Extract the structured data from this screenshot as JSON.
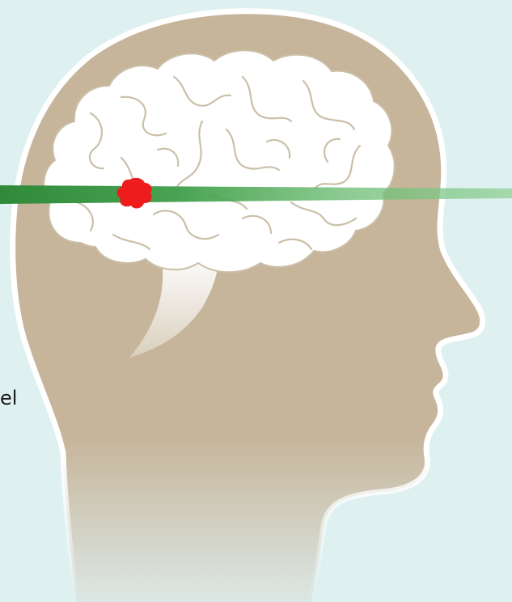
{
  "diagram": {
    "partial_label": "el",
    "colors": {
      "background": "#dff0f1",
      "head": "#c6b59a",
      "head_outline": "#ffffff",
      "brain": "#ffffff",
      "brain_folds": "#cbbfa8",
      "beam": "#3f9e49",
      "target": "#ee1c1c"
    },
    "elements": {
      "head": "head-silhouette",
      "brain": "brain",
      "beam": "radiation-beam",
      "target": "tumor-target"
    }
  }
}
